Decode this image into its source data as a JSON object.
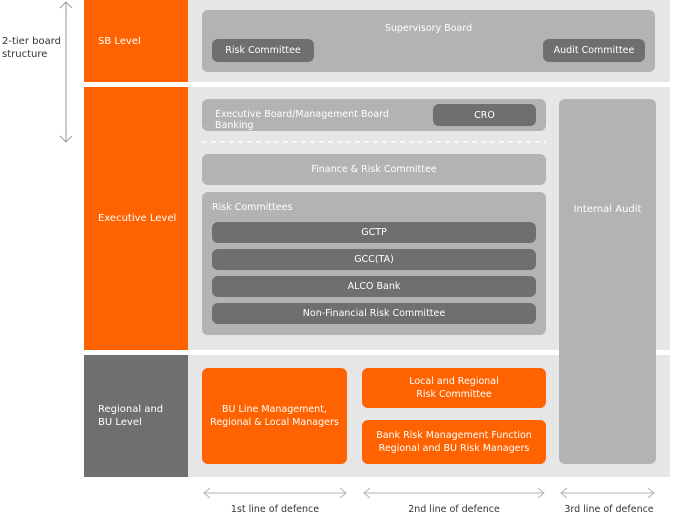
{
  "structure_label": "2-tier board\nstructure",
  "levels": {
    "sb": "SB Level",
    "executive": "Executive Level",
    "regional": "Regional and\nBU Level"
  },
  "supervisory": {
    "title": "Supervisory Board",
    "risk_committee": "Risk Committee",
    "audit_committee": "Audit Committee"
  },
  "executive": {
    "board": "Executive Board/Management Board Banking",
    "cro": "CRO",
    "finance_risk": "Finance & Risk Committee",
    "risk_committees_title": "Risk Committees",
    "committees": [
      "GCTP",
      "GCC(TA)",
      "ALCO Bank",
      "Non-Financial Risk Committee"
    ]
  },
  "internal_audit": "Internal Audit",
  "regional": {
    "bu_line": "BU Line Management,\nRegional & Local Managers",
    "local_regional": "Local and Regional\nRisk Committee",
    "bank_risk": "Bank Risk Management Function\nRegional and BU Risk Managers"
  },
  "defence": {
    "first": "1st line of defence",
    "second": "2nd line of defence",
    "third": "3rd line of defence"
  },
  "colors": {
    "orange": "#ff6200",
    "dark_grey": "#6f6f6f",
    "mid_grey": "#b3b3b3",
    "light_grey": "#e6e6e6"
  }
}
